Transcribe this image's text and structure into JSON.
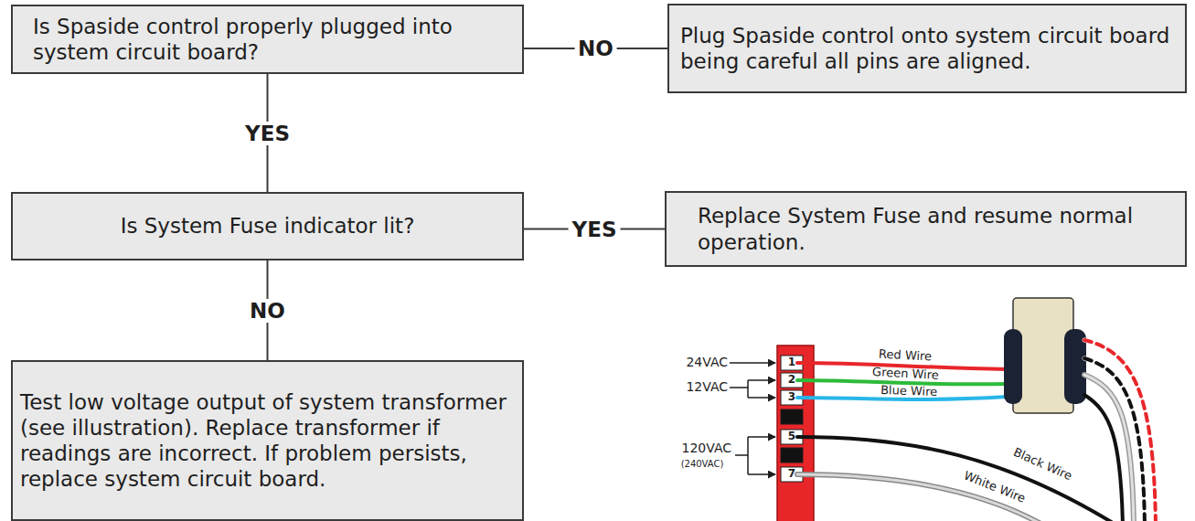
{
  "diagram": {
    "nodes": [
      {
        "text": [
          "Is Spaside control properly plugged into system circuit board?"
        ]
      },
      {
        "text": [
          "Plug Spaside control onto system circuit board being careful all pins are aligned."
        ]
      },
      {
        "text": [
          "Is System Fuse indicator lit?"
        ]
      },
      {
        "text": [
          "Replace System Fuse and resume normal operation."
        ]
      },
      {
        "text": [
          "Test low voltage output of system transformer (see illustration). Replace transformer if readings are incorrect. If problem persists, replace system circuit board."
        ]
      }
    ],
    "edges": [
      {
        "from": 0,
        "to": 1,
        "label": "NO",
        "arrow": "none"
      },
      {
        "from": 0,
        "to": 2,
        "label": "YES",
        "arrow": "none"
      },
      {
        "from": 2,
        "to": 3,
        "label": "YES",
        "arrow": "none"
      },
      {
        "from": 2,
        "to": 4,
        "label": "NO",
        "arrow": "none"
      }
    ],
    "labels": [
      "24VAC",
      "12VAC",
      "120VAC",
      "(240VAC)",
      "1",
      "2",
      "3",
      "5",
      "7",
      "Red Wire",
      "Green Wire",
      "Blue Wire",
      "Black Wire",
      "White Wire"
    ]
  }
}
